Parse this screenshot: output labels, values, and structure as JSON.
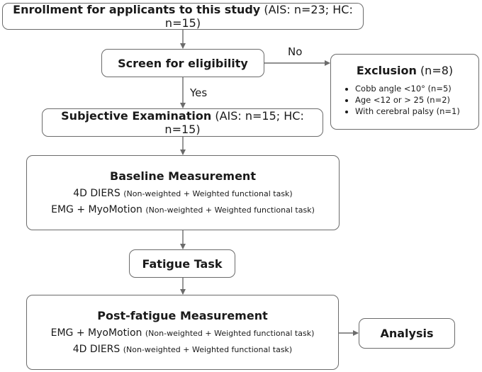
{
  "nodes": {
    "enrollment": {
      "title": "Enrollment for applicants to this study",
      "detail": "(AIS: n=23; HC: n=15)"
    },
    "screen": {
      "title": "Screen for eligibility"
    },
    "exclusion": {
      "title": "Exclusion",
      "count": "(n=8)",
      "items": [
        "Cobb angle <10° (n=5)",
        "Age <12 or > 25 (n=2)",
        "With cerebral palsy (n=1)"
      ]
    },
    "subjective": {
      "title": "Subjective Examination",
      "detail": "(AIS: n=15; HC: n=15)"
    },
    "baseline": {
      "title": "Baseline Measurement",
      "line1_main": "4D DIERS",
      "line1_note": "(Non-weighted + Weighted functional task)",
      "line2_main": "EMG + MyoMotion",
      "line2_note": "(Non-weighted + Weighted functional task)"
    },
    "fatigue": {
      "title": "Fatigue Task"
    },
    "post": {
      "title": "Post-fatigue Measurement",
      "line1_main": "EMG + MyoMotion",
      "line1_note": "(Non-weighted + Weighted functional task)",
      "line2_main": "4D DIERS",
      "line2_note": "(Non-weighted + Weighted functional task)"
    },
    "analysis": {
      "title": "Analysis"
    }
  },
  "edge_labels": {
    "no": "No",
    "yes": "Yes"
  },
  "colors": {
    "border": "#6b6b6b",
    "arrow": "#6b6b6b",
    "text": "#1a1a1a",
    "background": "#ffffff"
  }
}
